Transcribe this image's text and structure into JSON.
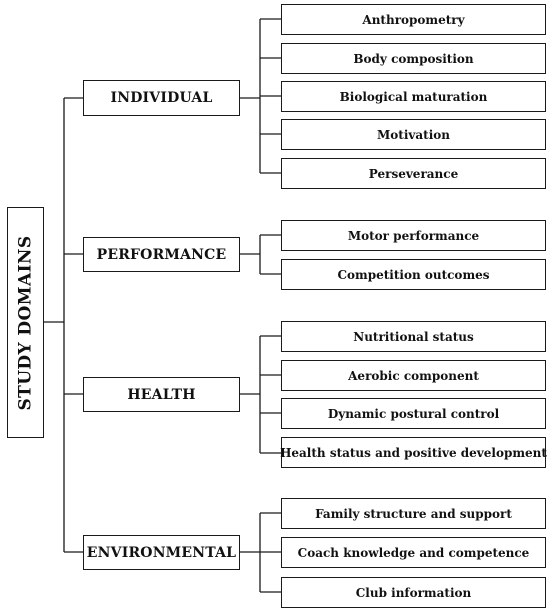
{
  "root": "STUDY DOMAINS",
  "categories": [
    {
      "label": "INDIVIDUAL",
      "items": [
        "Anthropometry",
        "Body composition",
        "Biological maturation",
        "Motivation",
        "Perseverance"
      ]
    },
    {
      "label": "PERFORMANCE",
      "items": [
        "Motor performance",
        "Competition outcomes"
      ]
    },
    {
      "label": "HEALTH",
      "items": [
        "Nutritional status",
        "Aerobic component",
        "Dynamic postural control",
        "Health status and positive development"
      ]
    },
    {
      "label": "ENVIRONMENTAL",
      "items": [
        "Family structure and support",
        "Coach knowledge and competence",
        "Club information"
      ]
    }
  ]
}
